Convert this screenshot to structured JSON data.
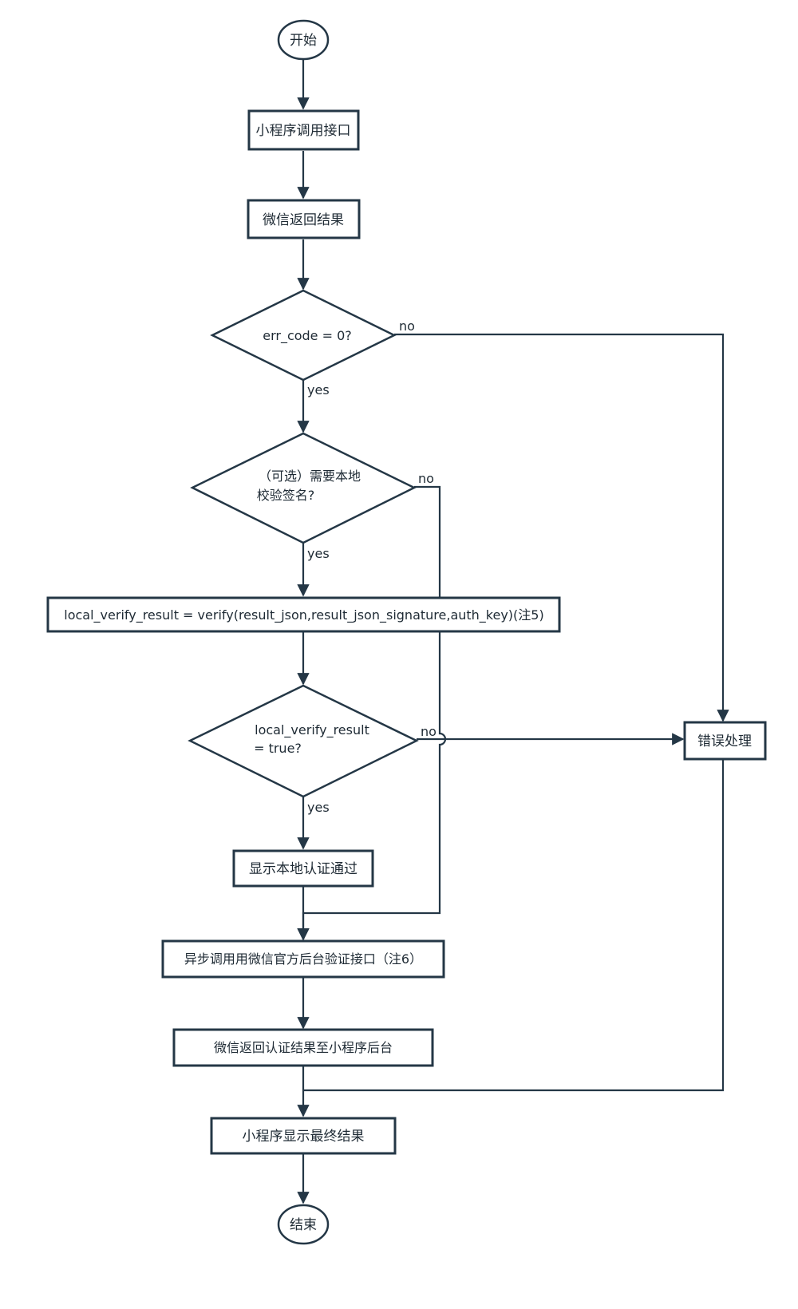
{
  "nodes": {
    "start": "开始",
    "call_api": "小程序调用接口",
    "wechat_return": "微信返回结果",
    "dec_errcode": "err_code = 0?",
    "dec_optional_line1": "（可选）需要本地",
    "dec_optional_line2": "校验签名?",
    "local_verify": "local_verify_result = verify(result_json,result_json_signature,auth_key)(注5)",
    "dec_result_line1": "local_verify_result",
    "dec_result_line2": "= true?",
    "show_local_pass": "显示本地认证通过",
    "async_call": "异步调用用微信官方后台验证接口（注6）",
    "wechat_return_backend": "微信返回认证结果至小程序后台",
    "show_final": "小程序显示最终结果",
    "error_handling": "错误处理",
    "end": "结束"
  },
  "edge_labels": {
    "errcode_no": "no",
    "errcode_yes": "yes",
    "optional_no": "no",
    "optional_yes": "yes",
    "result_no": "no",
    "result_yes": "yes"
  },
  "colors": {
    "stroke": "#243746",
    "text": "#1e2a34",
    "background": "#ffffff"
  }
}
